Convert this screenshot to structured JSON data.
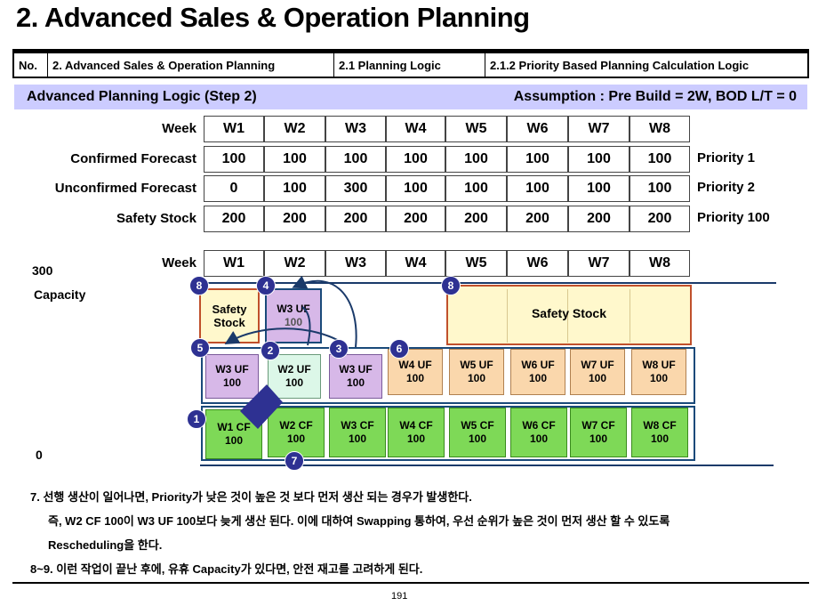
{
  "title": "2. Advanced Sales & Operation Planning",
  "header": {
    "no": "No.",
    "section": "2. Advanced Sales & Operation Planning",
    "sub1": "2.1 Planning Logic",
    "sub2": "2.1.2 Priority Based Planning Calculation Logic"
  },
  "band": {
    "left": "Advanced Planning Logic (Step 2)",
    "right": "Assumption : Pre Build = 2W,  BOD L/T = 0"
  },
  "table": {
    "week_label": "Week",
    "weeks": [
      "W1",
      "W2",
      "W3",
      "W4",
      "W5",
      "W6",
      "W7",
      "W8"
    ],
    "rows": [
      {
        "label": "Confirmed Forecast",
        "values": [
          "100",
          "100",
          "100",
          "100",
          "100",
          "100",
          "100",
          "100"
        ],
        "priority": "Priority 1"
      },
      {
        "label": "Unconfirmed Forecast",
        "values": [
          "0",
          "100",
          "300",
          "100",
          "100",
          "100",
          "100",
          "100"
        ],
        "priority": "Priority 2"
      },
      {
        "label": "Safety Stock",
        "values": [
          "200",
          "200",
          "200",
          "200",
          "200",
          "200",
          "200",
          "200"
        ],
        "priority": "Priority 100"
      }
    ]
  },
  "chart": {
    "week_label": "Week",
    "y_top": "300",
    "y_bottom": "0",
    "capacity_label": "Capacity",
    "cf": [
      "W1 CF",
      "W2 CF",
      "W3 CF",
      "W4 CF",
      "W5 CF",
      "W6 CF",
      "W7 CF",
      "W8 CF"
    ],
    "cf_qty": "100",
    "uf": [
      "W3 UF",
      "W2 UF",
      "W3 UF",
      "W4 UF",
      "W5 UF",
      "W6 UF",
      "W7 UF",
      "W8 UF"
    ],
    "uf_qty": "100",
    "ss_left": "Safety Stock",
    "w3uf_top": "W3 UF",
    "w3uf_top_qty": "100",
    "ss_right": "Safety Stock",
    "badges": [
      "1",
      "2",
      "3",
      "4",
      "5",
      "6",
      "7",
      "8",
      "8"
    ]
  },
  "notes": {
    "line1": "7. 선행 생산이 일어나면, Priority가 낮은 것이 높은 것 보다 먼저 생산 되는 경우가 발생한다.",
    "line2": "즉, W2 CF 100이 W3 UF 100보다 늦게 생산 된다. 이에 대하여 Swapping 통하여, 우선 순위가 높은 것이 먼저 생산 할 수 있도록",
    "line3": "Rescheduling을 한다.",
    "line4": "8~9.  이런 작업이 끝난 후에, 유휴 Capacity가 있다면, 안전 재고를 고려하게 된다."
  },
  "page_number": "191",
  "colors": {
    "band": "#ccccff",
    "cf": "#7ed957",
    "uf_purple": "#d7b8e8",
    "uf_orange": "#fad7ac",
    "badge": "#2e3192",
    "safety_border": "#c0502b"
  }
}
